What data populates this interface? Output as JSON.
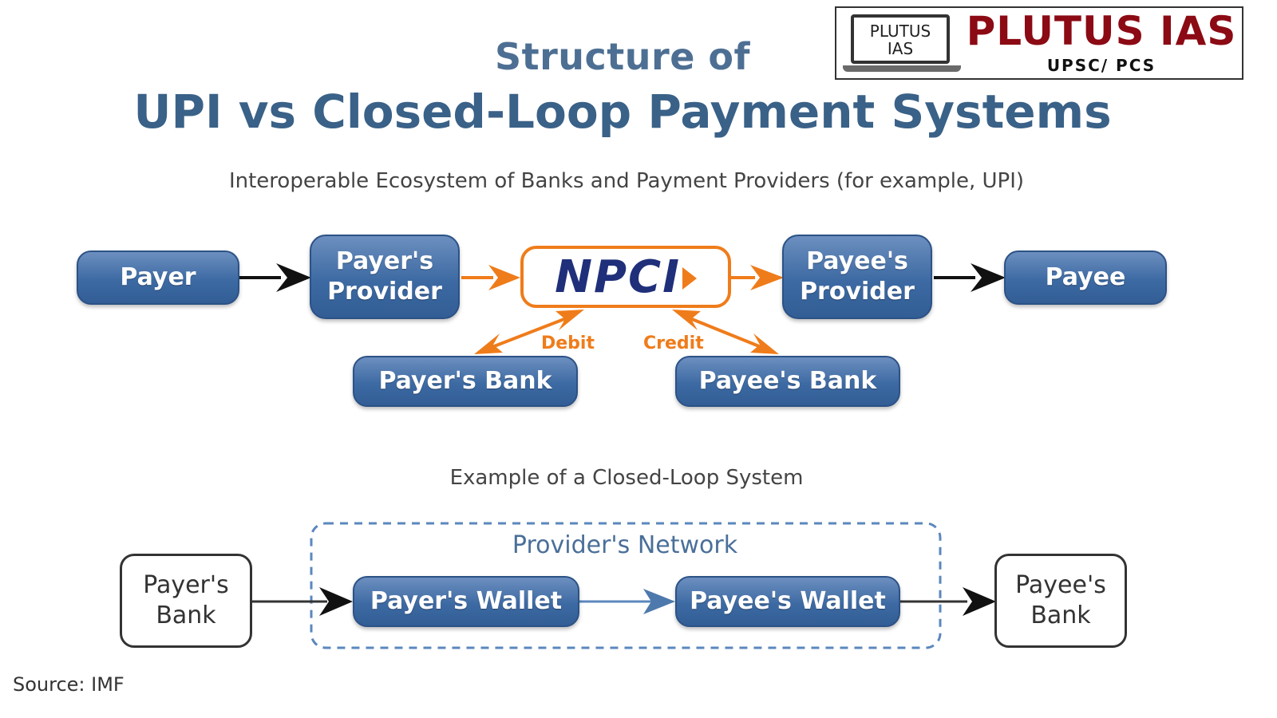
{
  "title": {
    "line1": "Structure of",
    "line2": "UPI vs Closed-Loop Payment Systems"
  },
  "logo": {
    "screen_text_1": "PLUTUS",
    "screen_text_2": "IAS",
    "main": "PLUTUS IAS",
    "sub": "UPSC/ PCS"
  },
  "upi_section": {
    "subtitle": "Interoperable Ecosystem of Banks and Payment Providers (for example, UPI)",
    "payer": "Payer",
    "payer_provider": "Payer's\nProvider",
    "npci": "NPCI",
    "payee_provider": "Payee's\nProvider",
    "payee": "Payee",
    "payer_bank": "Payer's Bank",
    "payee_bank": "Payee's Bank",
    "debit_label": "Debit",
    "credit_label": "Credit"
  },
  "closed_loop_section": {
    "subtitle": "Example of a Closed-Loop System",
    "network_label": "Provider's Network",
    "payer_bank": "Payer's\nBank",
    "payer_wallet": "Payer's Wallet",
    "payee_wallet": "Payee's Wallet",
    "payee_bank": "Payee's\nBank"
  },
  "source": "Source: IMF",
  "colors": {
    "box_blue": "#3d6aa3",
    "npci_orange": "#ef7c1a",
    "npci_navy": "#1f2f7a",
    "title_blue": "#3a6187",
    "logo_red": "#8b0a14"
  }
}
